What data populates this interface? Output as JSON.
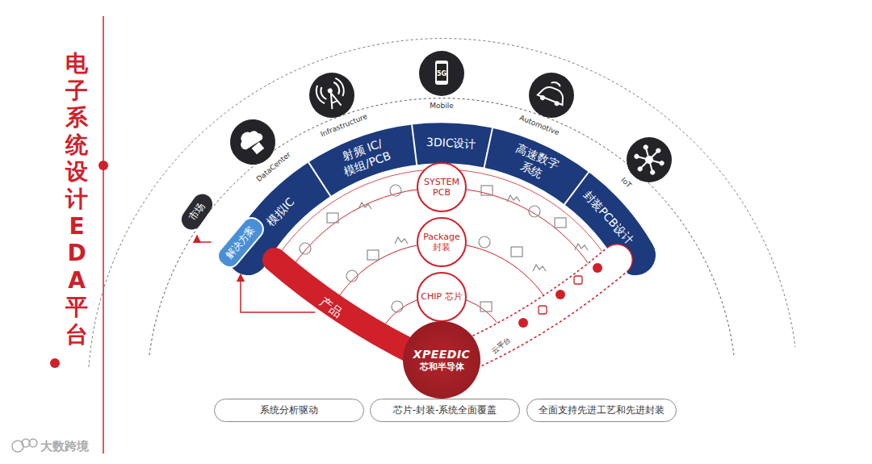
{
  "diagram": {
    "title": "电子系统设计EDA平台",
    "nodes": [
      {
        "text": [
          "市场"
        ]
      },
      {
        "text": [
          "解决方案"
        ]
      },
      {
        "text": [
          "产品"
        ]
      },
      {
        "text": [
          "模拟IC"
        ]
      },
      {
        "text": [
          "射频 IC/模组/PCB"
        ]
      },
      {
        "text": [
          "3DIC设计"
        ]
      },
      {
        "text": [
          "高速数字 系统"
        ]
      },
      {
        "text": [
          "封装PCB设计"
        ]
      },
      {
        "text": [
          "DataCenter"
        ]
      },
      {
        "text": [
          "Infrastructure"
        ]
      },
      {
        "text": [
          "Mobile"
        ]
      },
      {
        "text": [
          "Automotive"
        ]
      },
      {
        "text": [
          "IoT"
        ]
      },
      {
        "text": [
          "SYSTEM PCB"
        ]
      },
      {
        "text": [
          "Package 封装"
        ]
      },
      {
        "text": [
          "CHIP 芯片"
        ]
      },
      {
        "text": [
          "云平台"
        ]
      },
      {
        "text": [
          "XPEEDIC",
          "芯和半导体"
        ]
      },
      {
        "text": [
          "系统分析驱动"
        ]
      },
      {
        "text": [
          "芯片-封装-系统全面覆盖"
        ]
      },
      {
        "text": [
          "全面支持先进工艺和先进封装"
        ]
      }
    ],
    "edges": [
      {
        "from": 2,
        "to": 1,
        "arrow": "to"
      },
      {
        "from": 1,
        "to": 0,
        "arrow": "to"
      }
    ],
    "labels": [
      "5G",
      "大数跨境"
    ]
  }
}
